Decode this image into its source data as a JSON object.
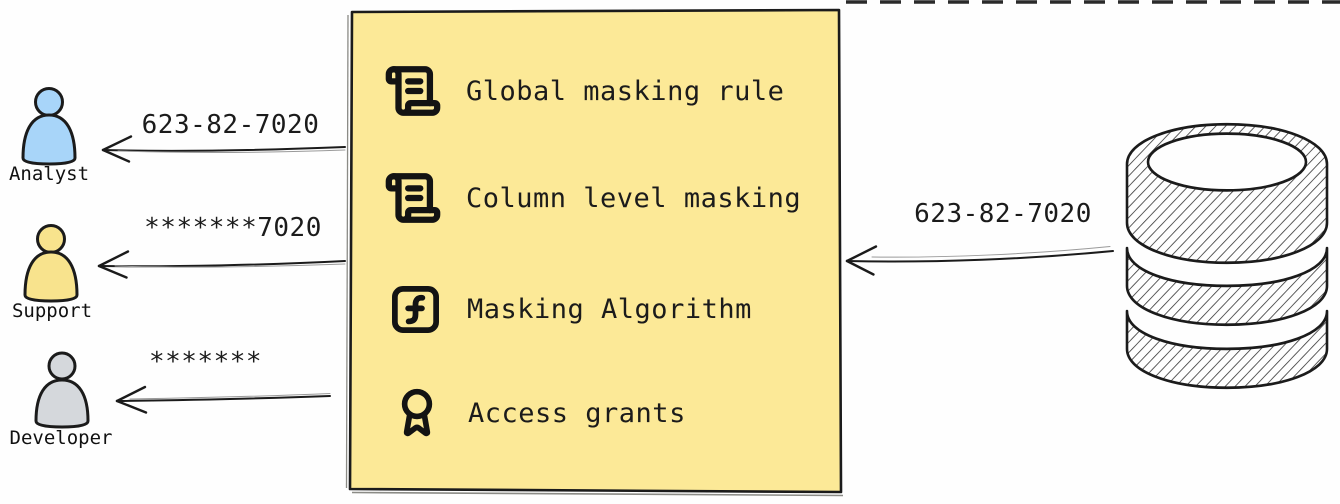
{
  "users": [
    {
      "name": "Analyst",
      "value": "623-82-7020",
      "color": "#a8d5f9",
      "icon": "person-icon"
    },
    {
      "name": "Support",
      "value": "*******7020",
      "color": "#f8e38d",
      "icon": "person-icon"
    },
    {
      "name": "Developer",
      "value": "*******",
      "color": "#d5d8dc",
      "icon": "person-icon"
    }
  ],
  "masking_box": {
    "fill": "#fce997",
    "items": [
      {
        "icon": "scroll-icon",
        "label": "Global masking rule"
      },
      {
        "icon": "scroll-icon",
        "label": "Column level masking"
      },
      {
        "icon": "function-icon",
        "label": "Masking Algorithm"
      },
      {
        "icon": "award-icon",
        "label": "Access grants"
      }
    ]
  },
  "database": {
    "icon": "database-icon",
    "output_value": "623-82-7020"
  },
  "colors": {
    "stroke": "#1b1b1b",
    "background": "#fefefe"
  }
}
